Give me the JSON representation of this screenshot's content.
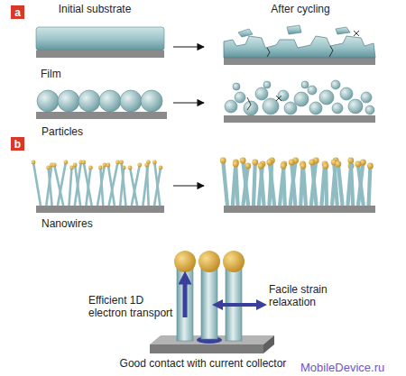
{
  "diagram": {
    "nodes": [
      {
        "text": [
          "a"
        ]
      },
      {
        "text": [
          "b"
        ]
      }
    ],
    "labels": [
      "Initial substrate",
      "After cycling",
      "Film",
      "Particles",
      "Nanowires",
      "Efficient 1D electron transport",
      "Facile strain relaxation",
      "Good contact with current collector",
      "MobileDevice.ru"
    ]
  }
}
